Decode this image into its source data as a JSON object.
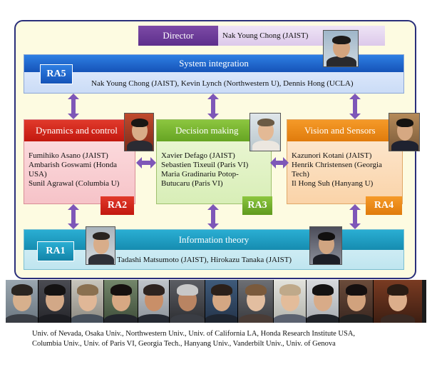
{
  "director": {
    "label": "Director",
    "name": "Nak Young Chong (JAIST)"
  },
  "system_integration": {
    "title": "System integration",
    "tag": "RA5",
    "members": "Nak Young Chong (JAIST), Kevin Lynch (Northwestern U), Dennis Hong (UCLA)"
  },
  "dynamics": {
    "title": "Dynamics and control",
    "tag": "RA2",
    "members": [
      "Fumihiko Asano (JAIST)",
      "Ambarish Goswami (Honda",
      "USA)",
      "Sunil Agrawal (Columbia U)"
    ]
  },
  "decision": {
    "title": "Decision making",
    "tag": "RA3",
    "members": [
      "Xavier Defago (JAIST)",
      "Sebastien Tixeuil (Paris VI)",
      "Maria Gradinariu Potop-",
      "Butucaru (Paris VI)"
    ]
  },
  "vision": {
    "title": "Vision and Sensors",
    "tag": "RA4",
    "members": [
      "Kazunori Kotani (JAIST)",
      "Henrik Christensen (Georgia",
      "Tech)",
      "Il Hong Suh (Hanyang U)"
    ]
  },
  "information": {
    "title": "Information theory",
    "tag": "RA1",
    "members": "Tadashi Matsumoto (JAIST), Hirokazu Tanaka (JAIST)"
  },
  "universities": {
    "line1": "Univ. of Nevada, Osaka Univ., Northwestern Univ., Univ. of California LA, Honda Research Institute USA,",
    "line2": "Columbia Univ., Univ. of Paris VI, Georgia Tech., Hanyang Univ., Vanderbilt Univ., Univ. of Genova"
  },
  "colors": {
    "director": "#6a3a99",
    "system_integration": "#1f6fd6",
    "dynamics": "#d42a1e",
    "decision": "#7bbb33",
    "vision": "#ee8b1a",
    "information": "#20a0c6",
    "arrow": "#7e57b8",
    "frame_border": "#2a2f7a"
  }
}
